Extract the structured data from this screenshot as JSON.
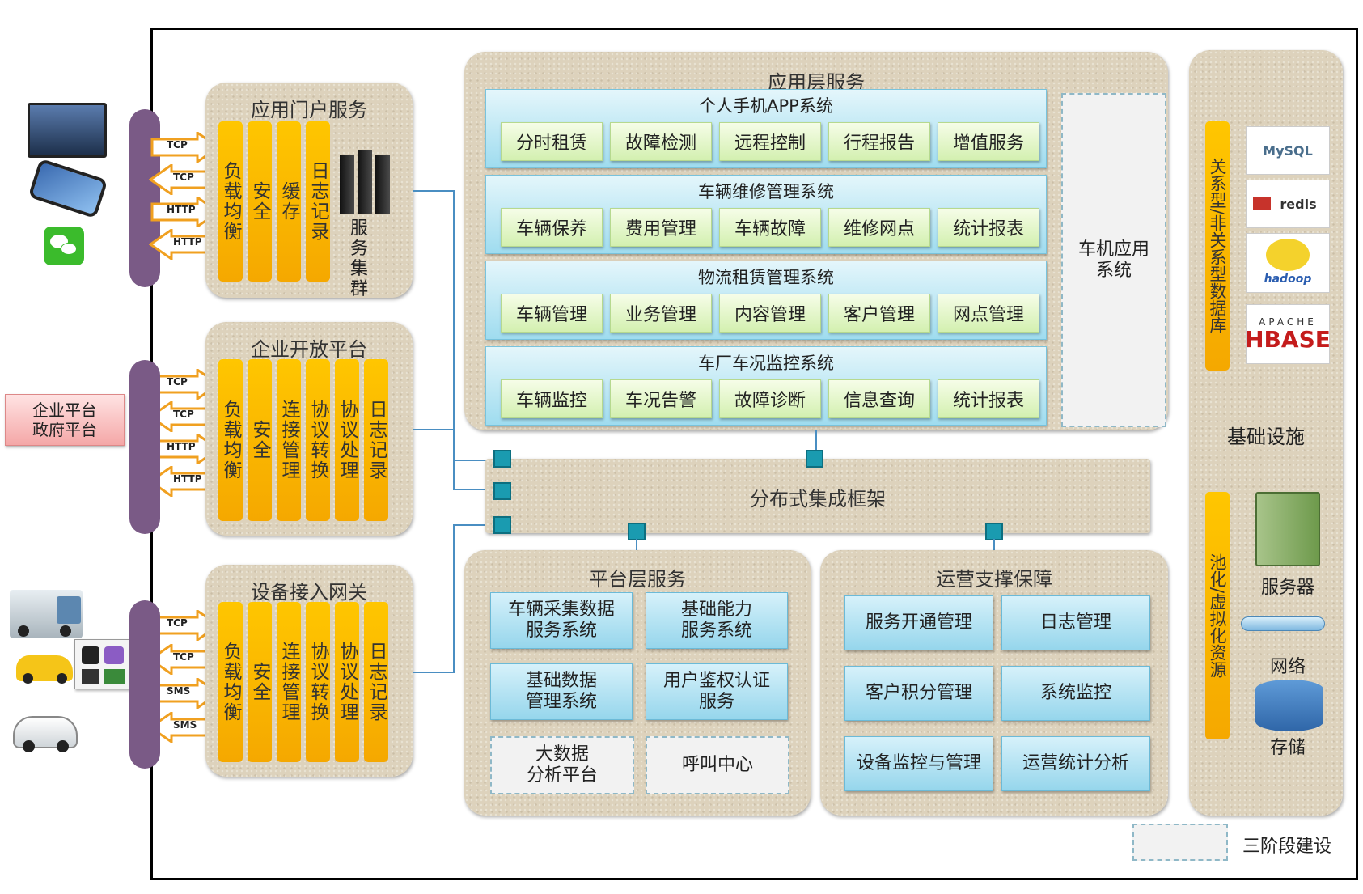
{
  "portal": {
    "title": "应用门户服务",
    "cols": [
      "负载均衡",
      "安全",
      "缓存",
      "日志记录"
    ],
    "server_label": "服务集群",
    "protocols": [
      "TCP",
      "TCP",
      "HTTP",
      "HTTP"
    ]
  },
  "open": {
    "title": "企业开放平台",
    "cols": [
      "负载均衡",
      "安全",
      "连接管理",
      "协议转换",
      "协议处理",
      "日志记录"
    ],
    "protocols": [
      "TCP",
      "TCP",
      "HTTP",
      "HTTP"
    ],
    "ext_label": "企业平台\n政府平台"
  },
  "gateway": {
    "title": "设备接入网关",
    "cols": [
      "负载均衡",
      "安全",
      "连接管理",
      "协议转换",
      "协议处理",
      "日志记录"
    ],
    "protocols": [
      "TCP",
      "TCP",
      "SMS",
      "SMS"
    ]
  },
  "app": {
    "title": "应用层服务",
    "systems": [
      {
        "title": "个人手机APP系统",
        "items": [
          "分时租赁",
          "故障检测",
          "远程控制",
          "行程报告",
          "增值服务"
        ]
      },
      {
        "title": "车辆维修管理系统",
        "items": [
          "车辆保养",
          "费用管理",
          "车辆故障",
          "维修网点",
          "统计报表"
        ]
      },
      {
        "title": "物流租赁管理系统",
        "items": [
          "车辆管理",
          "业务管理",
          "内容管理",
          "客户管理",
          "网点管理"
        ]
      },
      {
        "title": "车厂车况监控系统",
        "items": [
          "车辆监控",
          "车况告警",
          "故障诊断",
          "信息查询",
          "统计报表"
        ]
      }
    ],
    "vehicle_app": "车机应用\n系统"
  },
  "framework": "分布式集成框架",
  "platform": {
    "title": "平台层服务",
    "items": [
      "车辆采集数据\n服务系统",
      "基础能力\n服务系统",
      "基础数据\n管理系统",
      "用户鉴权认证\n服务",
      "大数据\n分析平台",
      "呼叫中心"
    ]
  },
  "ops": {
    "title": "运营支撑保障",
    "items": [
      "服务开通管理",
      "日志管理",
      "客户积分管理",
      "系统监控",
      "设备监控与管理",
      "运营统计分析"
    ]
  },
  "infra": {
    "title": "基础设施",
    "db_label": "关系型/非关系型数据库",
    "pool_label": "池化/虚拟化资源",
    "logos": [
      "MySQL",
      "redis",
      "hadoop",
      "APACHE",
      "HBASE"
    ],
    "server": "服务器",
    "network": "网络",
    "storage": "存储"
  },
  "legend": "三阶段建设",
  "colors": {
    "accent_yellow": "#ffc600",
    "panel": "#ddd2bc",
    "blue": "#96d6ec",
    "green": "#d3f0b0",
    "connector": "#1a9bb0"
  }
}
